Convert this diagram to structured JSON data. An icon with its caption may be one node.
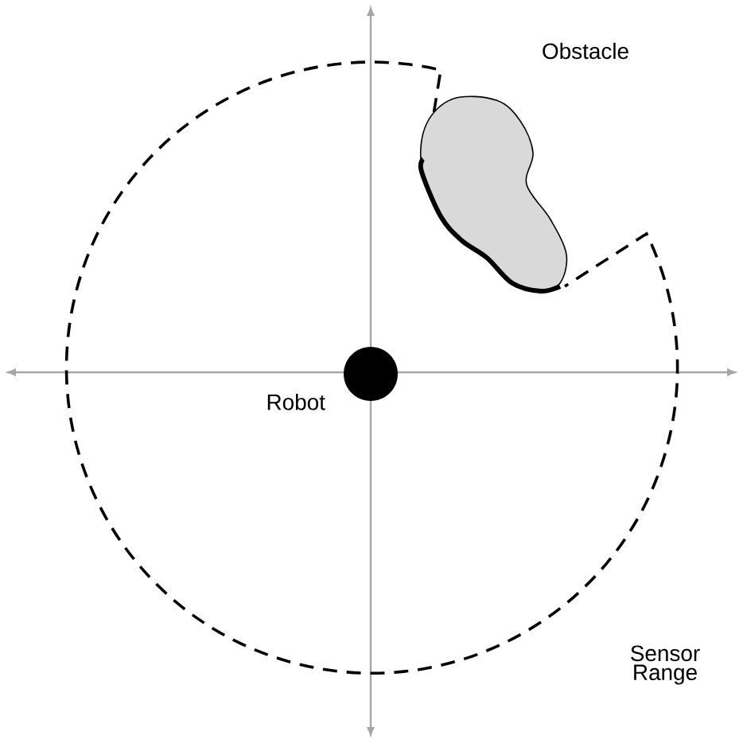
{
  "diagram": {
    "nodes": [
      {
        "text": [],
        "shape": "circle",
        "beside": [
          "Robot"
        ]
      },
      {
        "text": [],
        "shape": "blob",
        "beside": [
          "Obstacle"
        ]
      }
    ],
    "labels": [
      "Sensor Range"
    ]
  }
}
